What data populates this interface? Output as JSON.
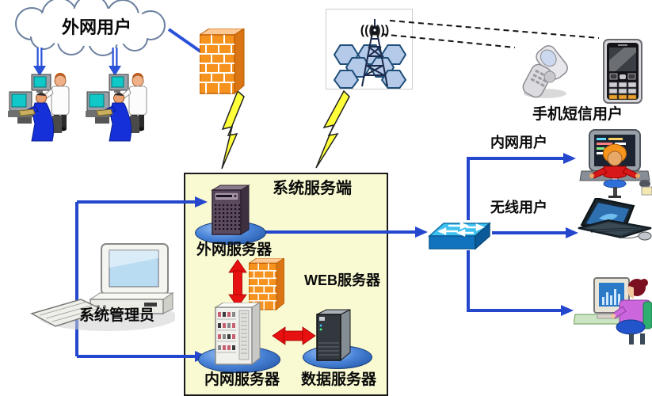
{
  "cloud": {
    "label": "外网用户"
  },
  "server_box": {
    "title": "系统服务端",
    "external_server_label": "外网服务器",
    "web_server_label": "WEB服务器",
    "internal_server_label": "内网服务器",
    "database_server_label": "数据服务器"
  },
  "clients": {
    "admin_label": "系统管理员",
    "mobile_users_label": "手机短信用户",
    "intranet_users_label": "内网用户",
    "wireless_users_label": "无线用户"
  },
  "tower": {
    "radio_waves": "((( )))"
  },
  "colors": {
    "arrow_blue": "#2A52D8",
    "arrow_red": "#E81111",
    "box_fill": "#FAFAD2",
    "firewall_orange": "#F6921E",
    "switch_blue": "#29ABE2",
    "lightning_yellow": "#FFFF3A",
    "pedestal_blue": "#4A84D8"
  }
}
